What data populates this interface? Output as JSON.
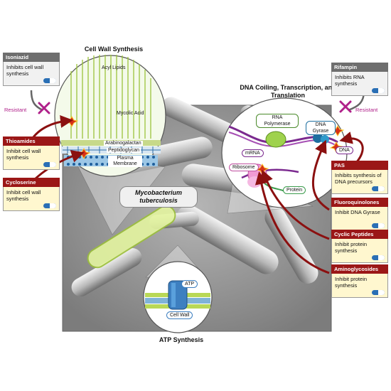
{
  "titles": {
    "cell_wall_synthesis": "Cell Wall Synthesis",
    "dna_processes": "DNA Coiling, Transcription, and Translation",
    "atp_synthesis": "ATP Synthesis",
    "organism": "Mycobacterium tuberculosis"
  },
  "cell_wall_layers": {
    "acyl_lipids": "Acyl Lipids",
    "mycolic_acid": "Mycolic Acid",
    "arabinogalactan": "Arabinogalactan",
    "peptidoglycan": "Peptidoglycan",
    "plasma_membrane": "Plasma Membrane"
  },
  "dna_labels": {
    "rna_polymerase": "RNA Polymerase",
    "dna_gyrase": "DNA Gyrase",
    "dna": "DNA",
    "mrna": "mRNA",
    "ribosome": "Ribosome",
    "protein": "Protein"
  },
  "atp_labels": {
    "atp": "ATP",
    "cell_wall": "Cell Wall"
  },
  "resistant_label": "Resistant",
  "drugs": {
    "isoniazid": {
      "name": "Isoniazid",
      "action": "Inhibits cell wall synthesis"
    },
    "thioamides": {
      "name": "Thioamides",
      "action": "Inhibit cell wall synthesis"
    },
    "cycloserine": {
      "name": "Cycloserine",
      "action": "Inhibit cell wall synthesis"
    },
    "rifampin": {
      "name": "Rifampin",
      "action": "Inhibits RNA synthesis"
    },
    "pas": {
      "name": "PAS",
      "action": "Inhibits synthesis of DNA precursors"
    },
    "fluoroquinolones": {
      "name": "Fluoroquinolones",
      "action": "Inhibit DNA Gyrase"
    },
    "cyclic_peptides": {
      "name": "Cyclic Peptides",
      "action": "Inhibit protein synthesis"
    },
    "aminoglycosides": {
      "name": "Aminoglycosides",
      "action": "Inhibit protein synthesis"
    }
  },
  "colors": {
    "effective_header": "#9b1717",
    "resistant_header": "#6e6e6e",
    "arrow": "#8b1010",
    "resistant": "#b0208a",
    "bacterium": "#e4f5a0",
    "cell_wall_green": "#b9d856"
  }
}
